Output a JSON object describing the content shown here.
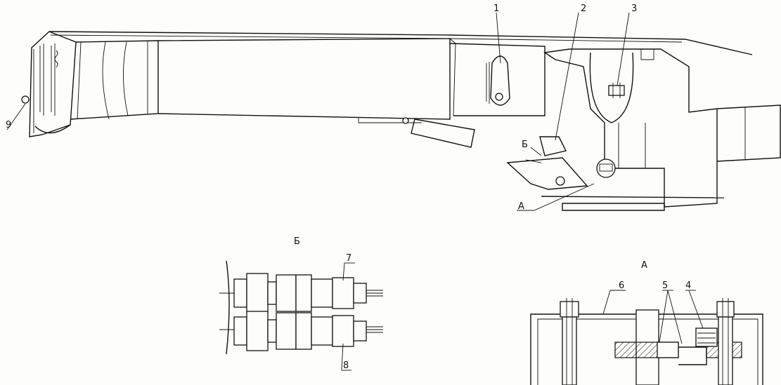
{
  "labels": {
    "callout_1": "1",
    "callout_2": "2",
    "callout_3": "3",
    "callout_4": "4",
    "callout_5": "5",
    "callout_6": "6",
    "callout_7": "7",
    "callout_8": "8",
    "callout_9": "9",
    "view_b_marker": "Б",
    "view_a_marker": "А",
    "view_b_title": "Б",
    "view_a_title": "А"
  }
}
